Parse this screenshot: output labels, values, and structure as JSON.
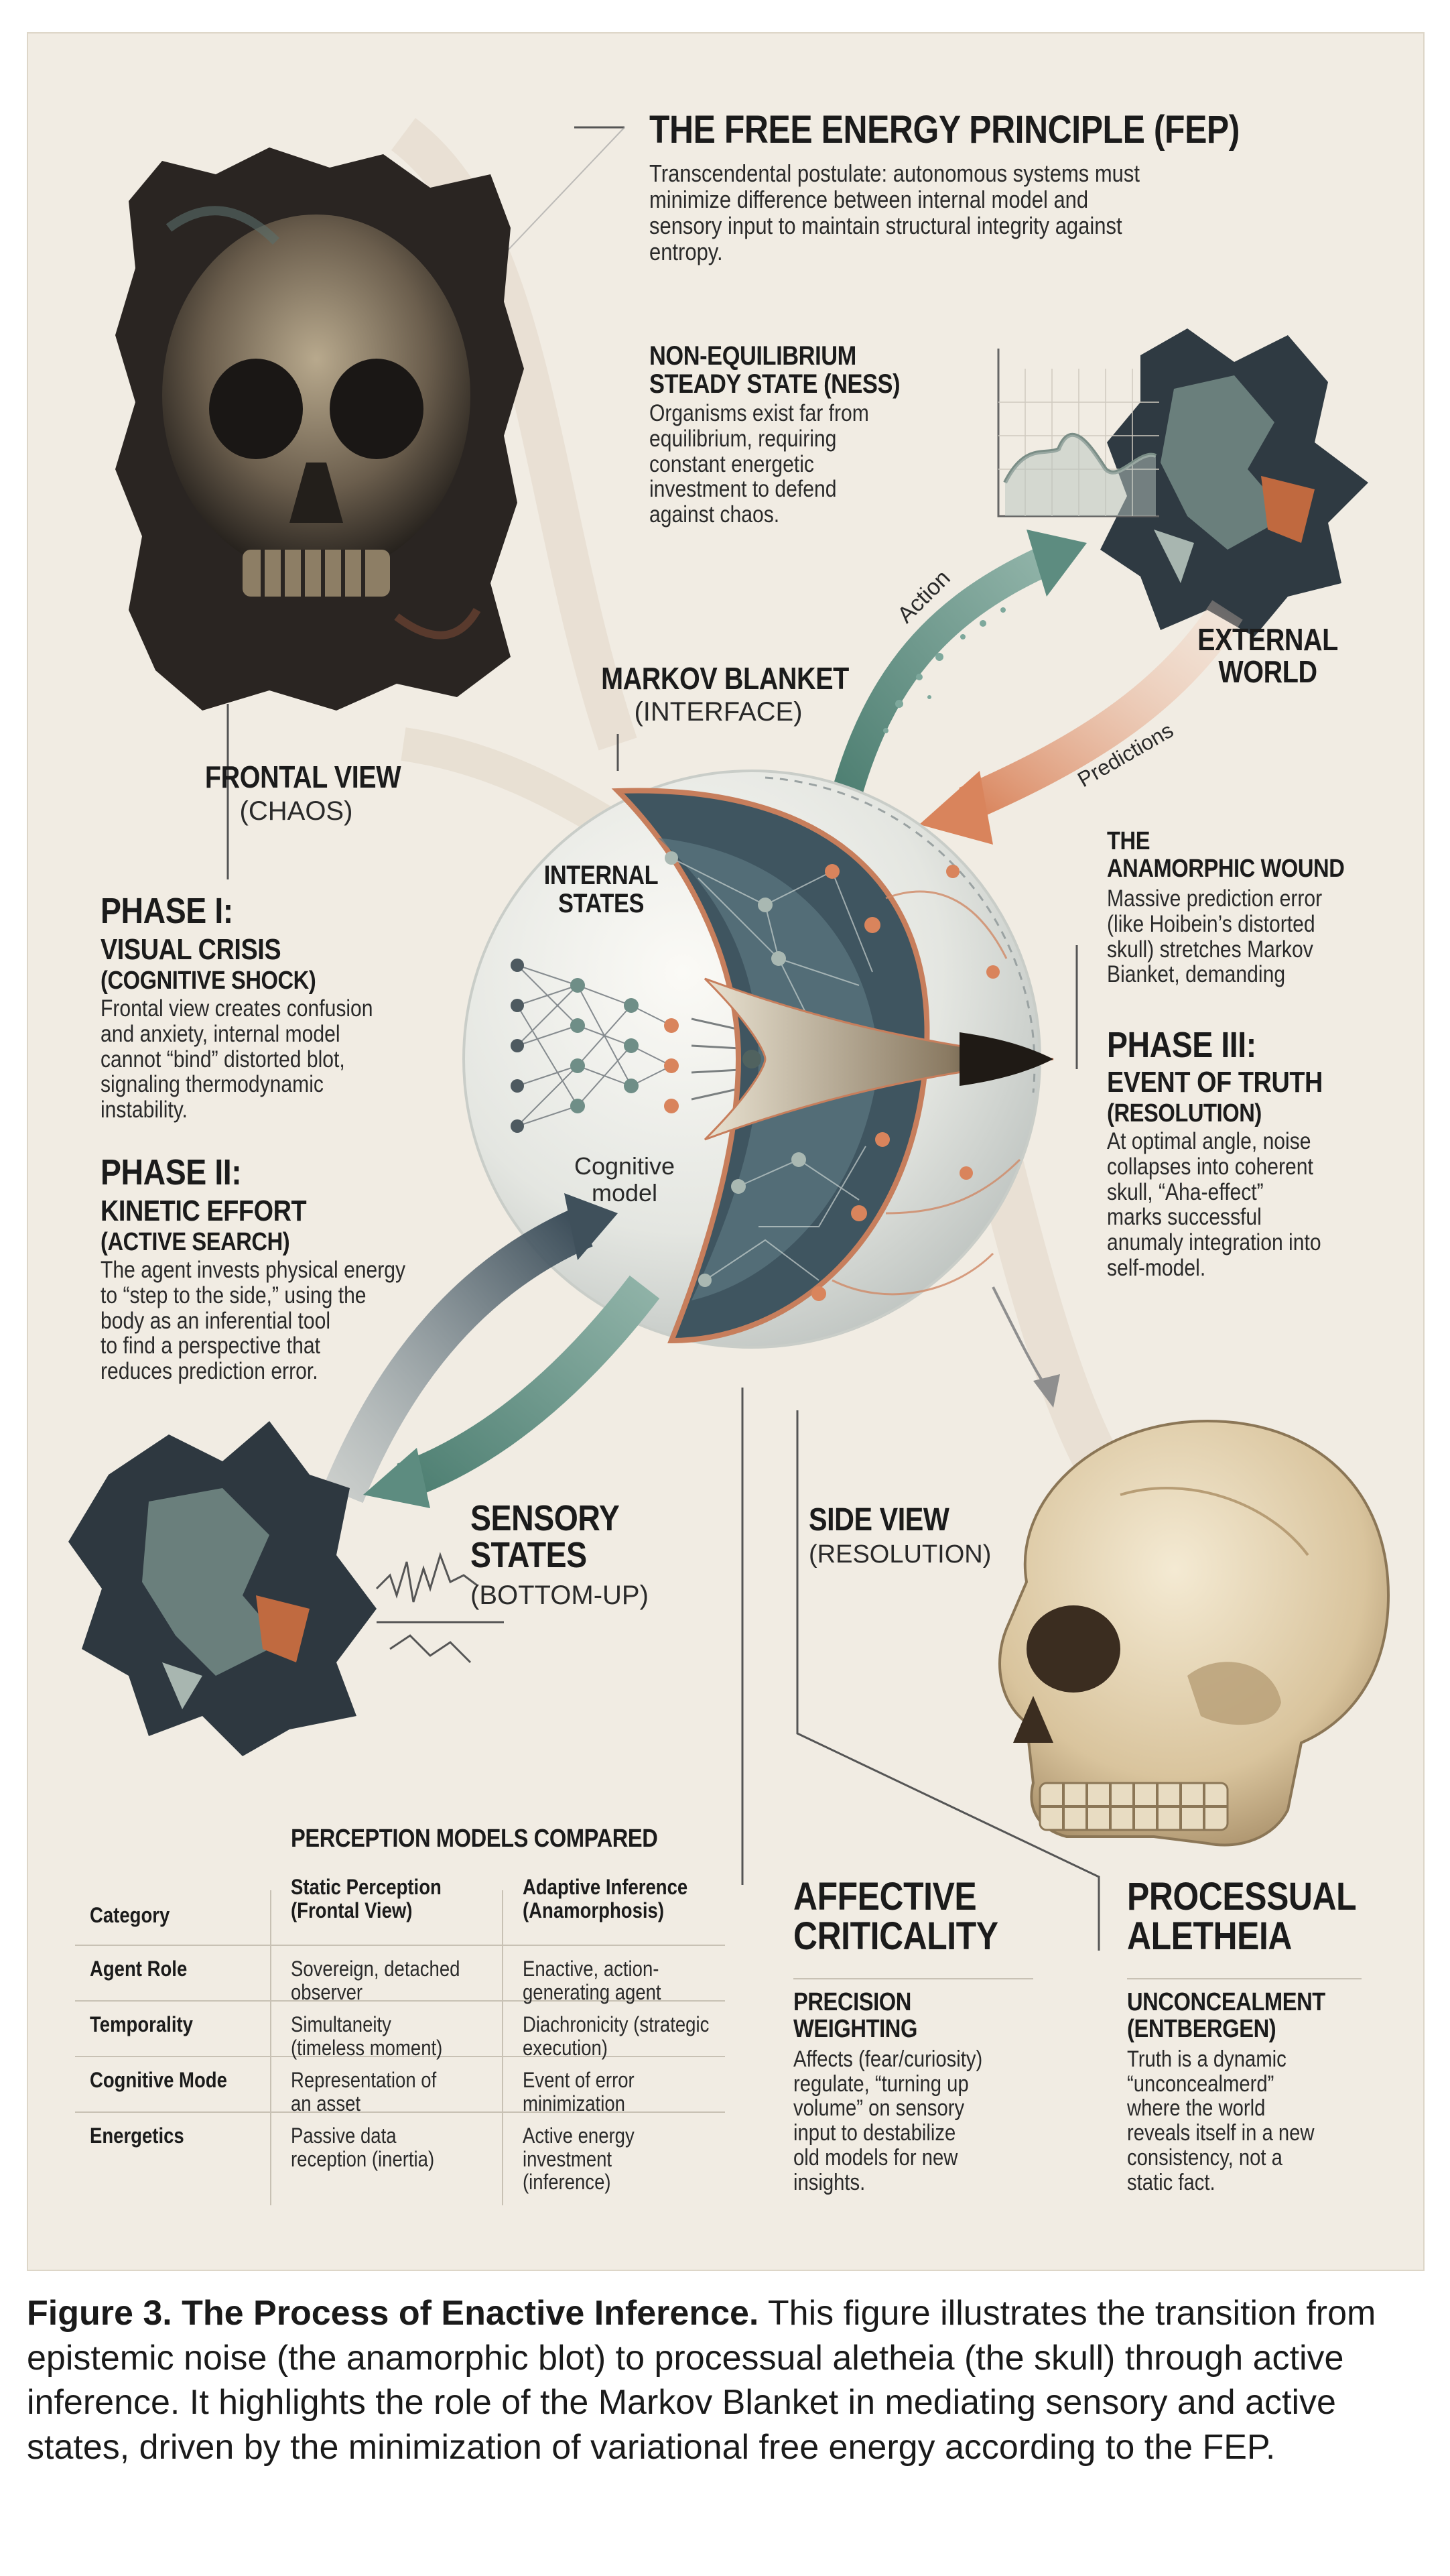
{
  "fep": {
    "title": "THE FREE ENERGY PRINCIPLE (FEP)",
    "lines": [
      "Transcendental postulate: autonomous systems must",
      "minimize difference between internal model and",
      "sensory input to maintain structural integrity against",
      "entropy."
    ]
  },
  "ness": {
    "title_lines": [
      "NON-EQUILIBRIUM",
      "STEADY STATE (NESS)"
    ],
    "lines": [
      "Organisms exist far from",
      "equilibrium, requiring",
      "constant energetic",
      "investment to defend",
      "against chaos."
    ]
  },
  "external_world": [
    "EXTERNAL",
    "WORLD"
  ],
  "arrow_labels": {
    "action": "Action",
    "predictions": "Predictions"
  },
  "markov": {
    "title": "MARKOV BLANKET",
    "subtitle": "(INTERFACE)"
  },
  "frontal_view": {
    "title": "FRONTAL VIEW",
    "subtitle": "(CHAOS)"
  },
  "internal_states": [
    "INTERNAL",
    "STATES"
  ],
  "cognitive_model": [
    "Cognitive",
    "model"
  ],
  "phase1": {
    "title": "PHASE I:",
    "subtitle": "VISUAL CRISIS",
    "sub2": "(COGNITIVE SHOCK)",
    "lines": [
      "Frontal view creates confusion",
      "and anxiety, internal model",
      "cannot “bind” distorted blot,",
      "signaling thermodynamic",
      "instability."
    ]
  },
  "phase2": {
    "title": "PHASE II:",
    "subtitle": "KINETIC EFFORT",
    "sub2": "(ACTIVE SEARCH)",
    "lines": [
      "The agent invests physical energy",
      "to “step to the side,” using the",
      "body as an inferential tool",
      "to find a perspective that",
      "reduces prediction error."
    ]
  },
  "wound": {
    "title_lines": [
      "THE",
      "ANAMORPHIC WOUND"
    ],
    "lines": [
      "Massive prediction error",
      "(like Hoibein’s distorted",
      "skull) stretches Markov",
      "Bianket, demanding"
    ]
  },
  "phase3": {
    "title": "PHASE III:",
    "subtitle": "EVENT OF TRUTH",
    "sub2": "(RESOLUTION)",
    "lines": [
      "At optimal angle, noise",
      "collapses into coherent",
      "skull, “Aha-effect”",
      "marks successful",
      "anumaly integration into",
      "self-model."
    ]
  },
  "sensory": {
    "title_lines": [
      "SENSORY",
      "STATES"
    ],
    "subtitle": "(BOTTOM-UP)"
  },
  "side_view": {
    "title": "SIDE VIEW",
    "subtitle": "(RESOLUTION)"
  },
  "table": {
    "title": "PERCEPTION MODELS COMPARED",
    "headers": [
      "Category",
      "Static Perception (Frontal View)",
      "Adaptive Inference (Anamorphosis)"
    ],
    "rows": [
      {
        "category": "Agent Role",
        "static": "Sovereign, detached observer",
        "adaptive": "Enactive, action-generating agent"
      },
      {
        "category": "Temporality",
        "static": "Simultaneity (timeless moment)",
        "adaptive": "Diachronicity (strategic execution)"
      },
      {
        "category": "Cognitive Mode",
        "static": "Representation of an asset",
        "adaptive": "Event of error minimization"
      },
      {
        "category": "Energetics",
        "static": "Passive data reception (inertia)",
        "adaptive": "Active energy investment (inference)"
      }
    ]
  },
  "affective": {
    "title_lines": [
      "AFFECTIVE",
      "CRITICALITY"
    ],
    "subtitle_lines": [
      "PRECISION",
      "WEIGHTING"
    ],
    "lines": [
      "Affects (fear/curiosity)",
      "regulate, “turning up",
      "volume” on sensory",
      "input to destabilize",
      "old models for new",
      "insights."
    ]
  },
  "processual": {
    "title_lines": [
      "PROCESSUAL",
      "ALETHEIA"
    ],
    "subtitle_lines": [
      "UNCONCEALMENT",
      "(ENTBERGEN)"
    ],
    "lines": [
      "Truth is a dynamic",
      "“unconcealmerd”",
      "where the world",
      "reveals itself in a new",
      "consistency, not a",
      "static fact."
    ]
  },
  "caption": {
    "bold": "Figure 3. The Process of Enactive Inference.",
    "text": " This figure illustrates the transition from epistemic noise (the anamorphic blot) to processual aletheia (the skull) through active inference. It highlights the role of the Markov Blanket in mediating sensory and active states, driven by the minimization of variational free energy according to the FEP."
  },
  "colors": {
    "orange": "#d9845c",
    "teal": "#5c8378",
    "slate": "#4d5d66",
    "paper": "#f1ece3",
    "bone": "#e6d8bd"
  }
}
